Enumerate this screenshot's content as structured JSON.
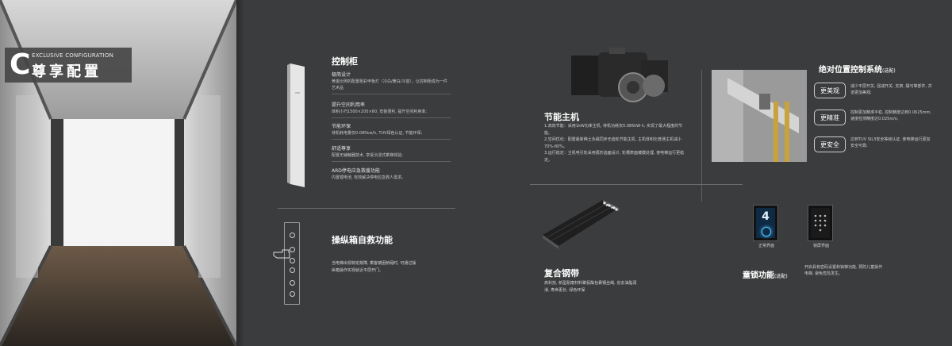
{
  "badge": {
    "letter": "C",
    "english": "EXCLUSIVE CONFIGURATION",
    "chinese": "尊享配置"
  },
  "cabinet": {
    "title": "控制柜",
    "features": [
      {
        "title": "极简设计",
        "desc": "黄金比例的配置柜彩甲板灯（冷白/暖白/冷蓝），让控制柜成为一件艺术品"
      },
      {
        "title": "提升空间利用率",
        "desc": "体积小巧1500×200×60, 安装便利, 提升空间利用率;"
      },
      {
        "title": "节能环保",
        "desc": "待机耗电量仅0.085kw/h, TUV绿色认证, 节能环保;"
      },
      {
        "title": "舒适尊享",
        "desc": "配置无辅触器技术, 享受沉浸式乘梯体验;"
      },
      {
        "title": "ARD停电应急救援功能",
        "desc": "内置锂电池, 有效解决停电应急救人需求。"
      }
    ]
  },
  "rescue": {
    "title": "操纵箱自救功能",
    "desc": "当电梯出现特定故障, 乘客被困轿厢时, 可通过操纵箱操作实现就近平层开门。"
  },
  "motor": {
    "title": "节能主机",
    "items": [
      "1.高效节能：采用1kW功率主机, 待机功耗仅0.085kW·h, 实现了最大程度的节能。",
      "2.空间优化：配置最新稀土永磁同步无齿轮节能主机, 主机体积比普通主机减小70%-80%。",
      "3.运行稳定：主机电引轮采用弧形齿面设计, 轮槽表面镀膜处理, 使电梯运行更稳定。"
    ]
  },
  "belt": {
    "title": "复合钢带",
    "desc": "高科技, 新型耐磨材料聚氨酯包裹钢丝绳, 省去油脂润滑, 寿命更长, 绿色环保"
  },
  "absolute": {
    "title": "绝对位置控制系统",
    "sub": "(选配)",
    "items": [
      {
        "label": "更美观",
        "desc": "减少平层开关, 强减开关, 支架, 摆弓等部件, 井道更加美观;"
      },
      {
        "label": "更精准",
        "desc": "控制更加精准平稳, 控制精度达到0.0625mm, 速度检测精度达0.025m/s;"
      },
      {
        "label": "更安全",
        "desc": "达到TUV SIL3安全等级认证, 使电梯运行更加安全可靠;"
      }
    ]
  },
  "childlock": {
    "title": "童锁功能",
    "sub": "(选配)",
    "device1_label": "正常界面",
    "device2_label": "锁屏界面",
    "floor": "4",
    "desc": "开启具有密码设置和锁梯功能, 预防儿童操作电梯, 避免危险发生。"
  }
}
